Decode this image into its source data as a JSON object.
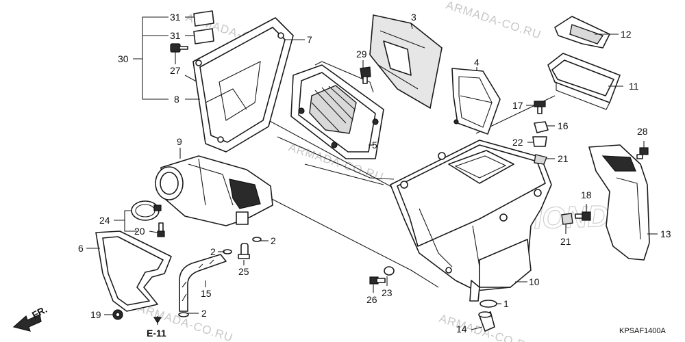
{
  "diagram": {
    "drawing_code": "KPSAF1400A",
    "reference": "E-11",
    "front_marker": "FR.",
    "brand_watermark": "HONDA",
    "site_watermark": "ARMADA-CO.RU",
    "callouts": {
      "p1": "1",
      "p2a": "2",
      "p2b": "2",
      "p2c": "2",
      "p3": "3",
      "p4": "4",
      "p5": "5",
      "p6": "6",
      "p7": "7",
      "p8": "8",
      "p9": "9",
      "p10": "10",
      "p11": "11",
      "p12": "12",
      "p13": "13",
      "p14": "14",
      "p15": "15",
      "p16": "16",
      "p17": "17",
      "p18": "18",
      "p19": "19",
      "p20": "20",
      "p21a": "21",
      "p21b": "21",
      "p22": "22",
      "p23": "23",
      "p24": "24",
      "p25": "25",
      "p26": "26",
      "p27": "27",
      "p28": "28",
      "p29": "29",
      "p30": "30",
      "p31a": "31",
      "p31b": "31"
    }
  }
}
